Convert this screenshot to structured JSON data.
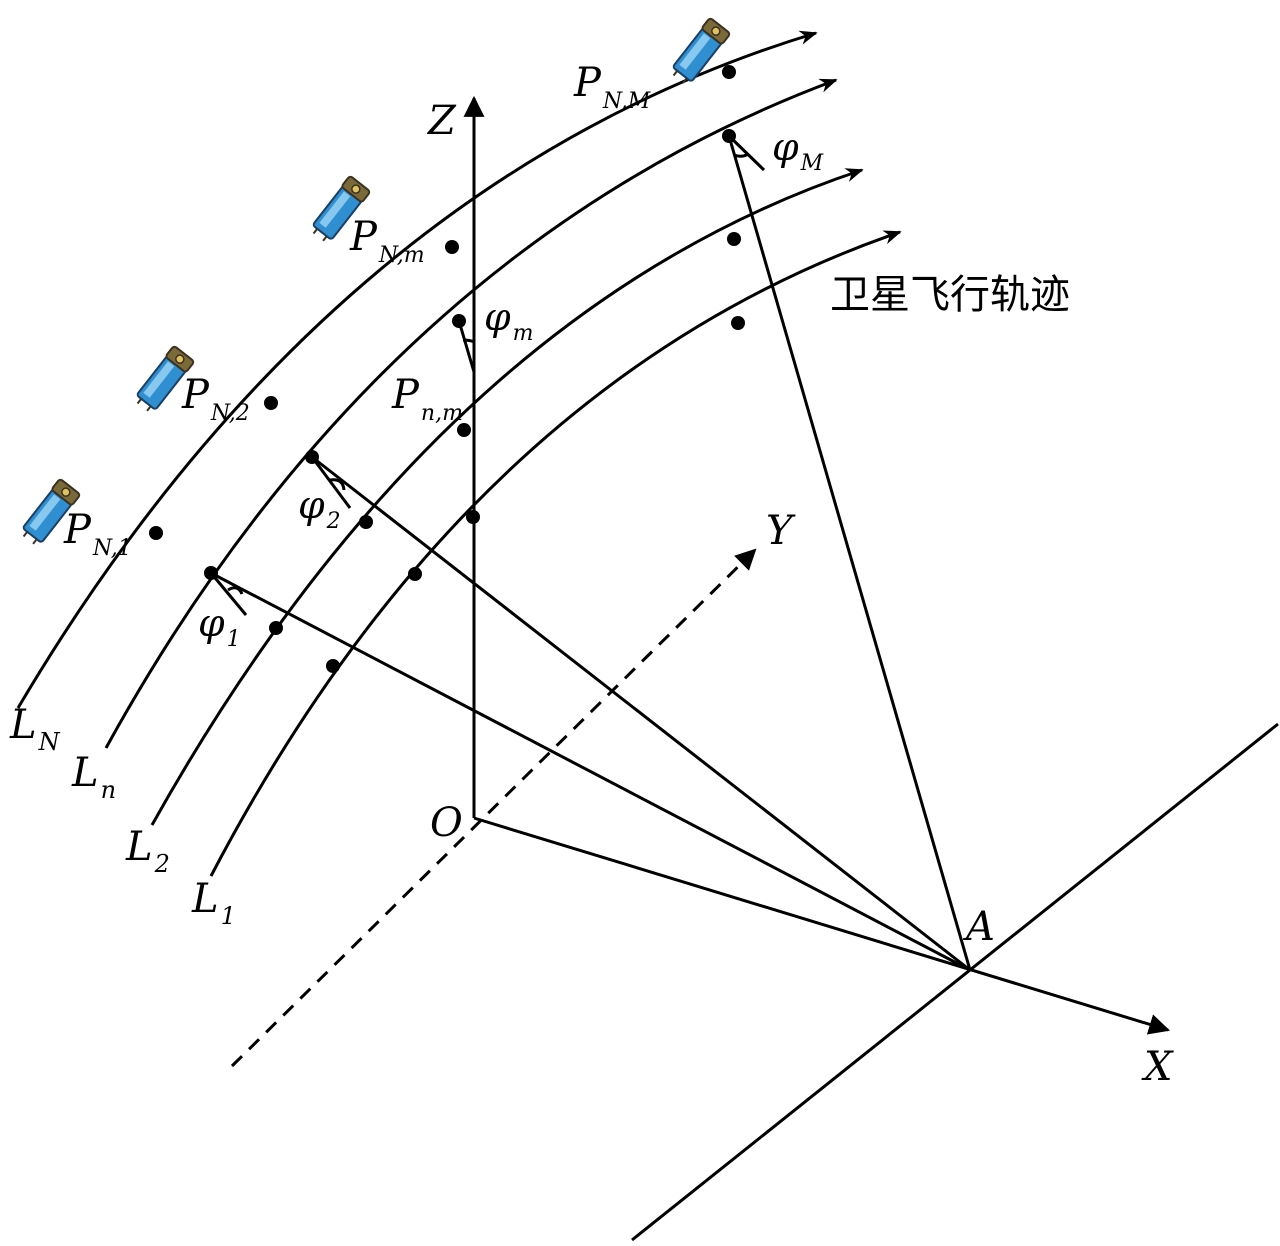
{
  "axes": {
    "x": "X",
    "y": "Y",
    "z": "Z",
    "origin": "O",
    "point_a": "A"
  },
  "caption": "卫星飞行轨迹",
  "lines": [
    {
      "base": "L",
      "sub": "N"
    },
    {
      "base": "L",
      "sub": "n"
    },
    {
      "base": "L",
      "sub": "2"
    },
    {
      "base": "L",
      "sub": "1"
    }
  ],
  "points": {
    "p_n1": {
      "base": "P",
      "sub": "N,1"
    },
    "p_n2": {
      "base": "P",
      "sub": "N,2"
    },
    "p_nm_upper": {
      "base": "P",
      "sub": "N,m"
    },
    "p_nM": {
      "base": "P",
      "sub": "N,M"
    },
    "p_nm_lower": {
      "base": "P",
      "sub": "n,m"
    }
  },
  "angles": {
    "phi1": {
      "base": "φ",
      "sub": "1"
    },
    "phi2": {
      "base": "φ",
      "sub": "2"
    },
    "phim": {
      "base": "φ",
      "sub": "m"
    },
    "phiM": {
      "base": "φ",
      "sub": "M"
    }
  },
  "icons": [
    "satellite-icon",
    "satellite-icon",
    "satellite-icon",
    "satellite-icon"
  ],
  "colors": {
    "stroke": "#000000",
    "satellite_body": "#2f8fd0",
    "satellite_cap": "#7a6a3a"
  }
}
